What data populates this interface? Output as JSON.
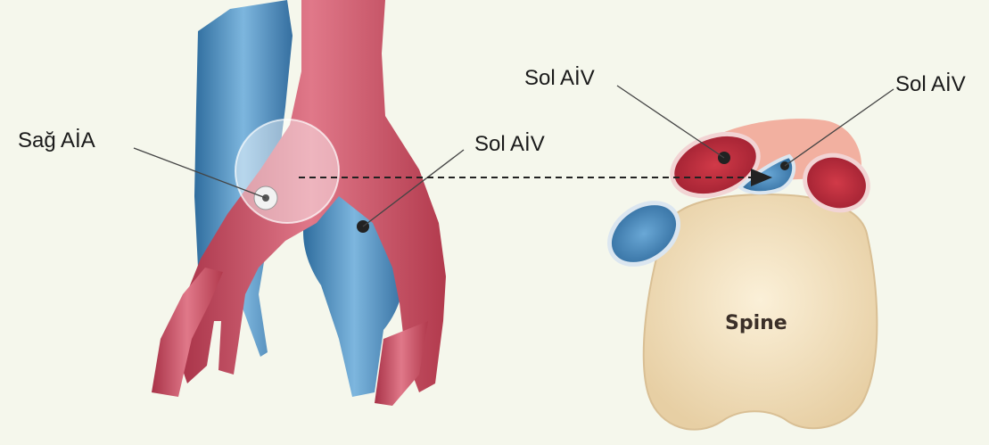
{
  "labels": {
    "right_iliac_artery": "Sağ AİA",
    "left_iliac_vein_left": "Sol AİV",
    "left_iliac_vein_top": "Sol AİV",
    "left_iliac_vein_right": "Sol AİV",
    "spine": "Spine"
  },
  "colors": {
    "background": "#f5f7ec",
    "artery": "#c9485a",
    "vein": "#4a8cc0",
    "spine": "#f2e1c0"
  }
}
